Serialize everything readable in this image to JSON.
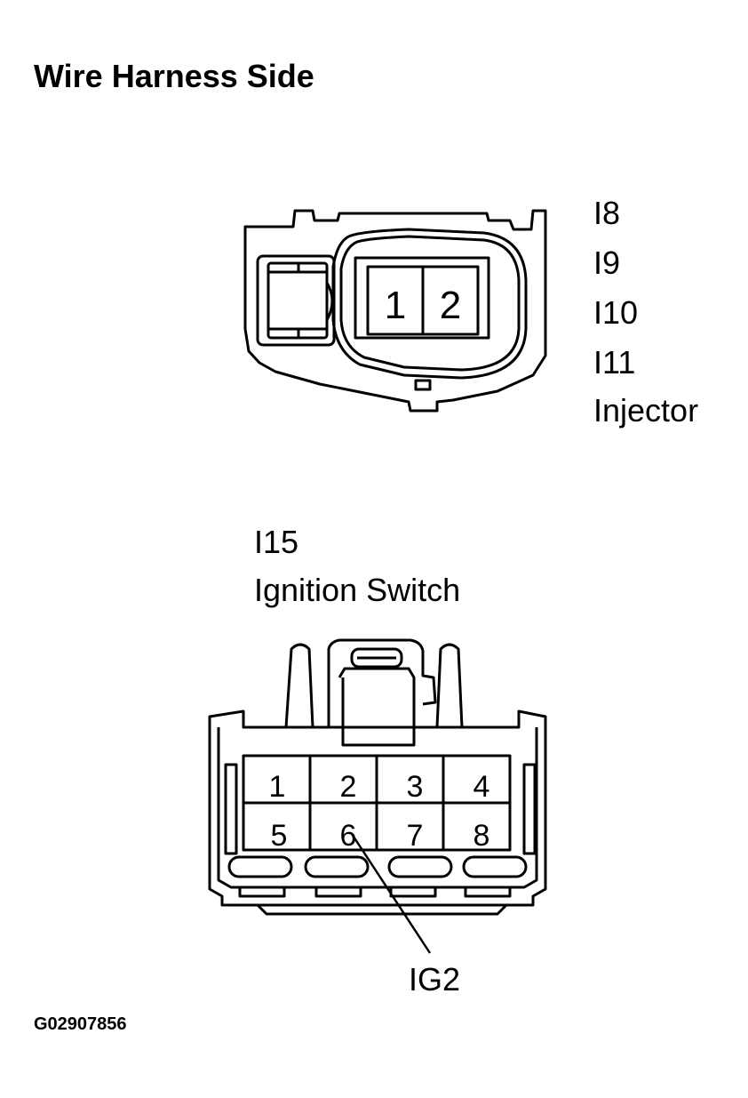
{
  "title": "Wire Harness Side",
  "injector_connector": {
    "codes": [
      "I8",
      "I9",
      "I10",
      "I11"
    ],
    "name": "Injector",
    "pins": [
      "1",
      "2"
    ]
  },
  "ignition_connector": {
    "code": "I15",
    "name": "Ignition Switch",
    "pins_top": [
      "1",
      "2",
      "3",
      "4"
    ],
    "pins_bottom": [
      "5",
      "6",
      "7",
      "8"
    ],
    "callout": "IG2"
  },
  "figure_id": "G02907856"
}
